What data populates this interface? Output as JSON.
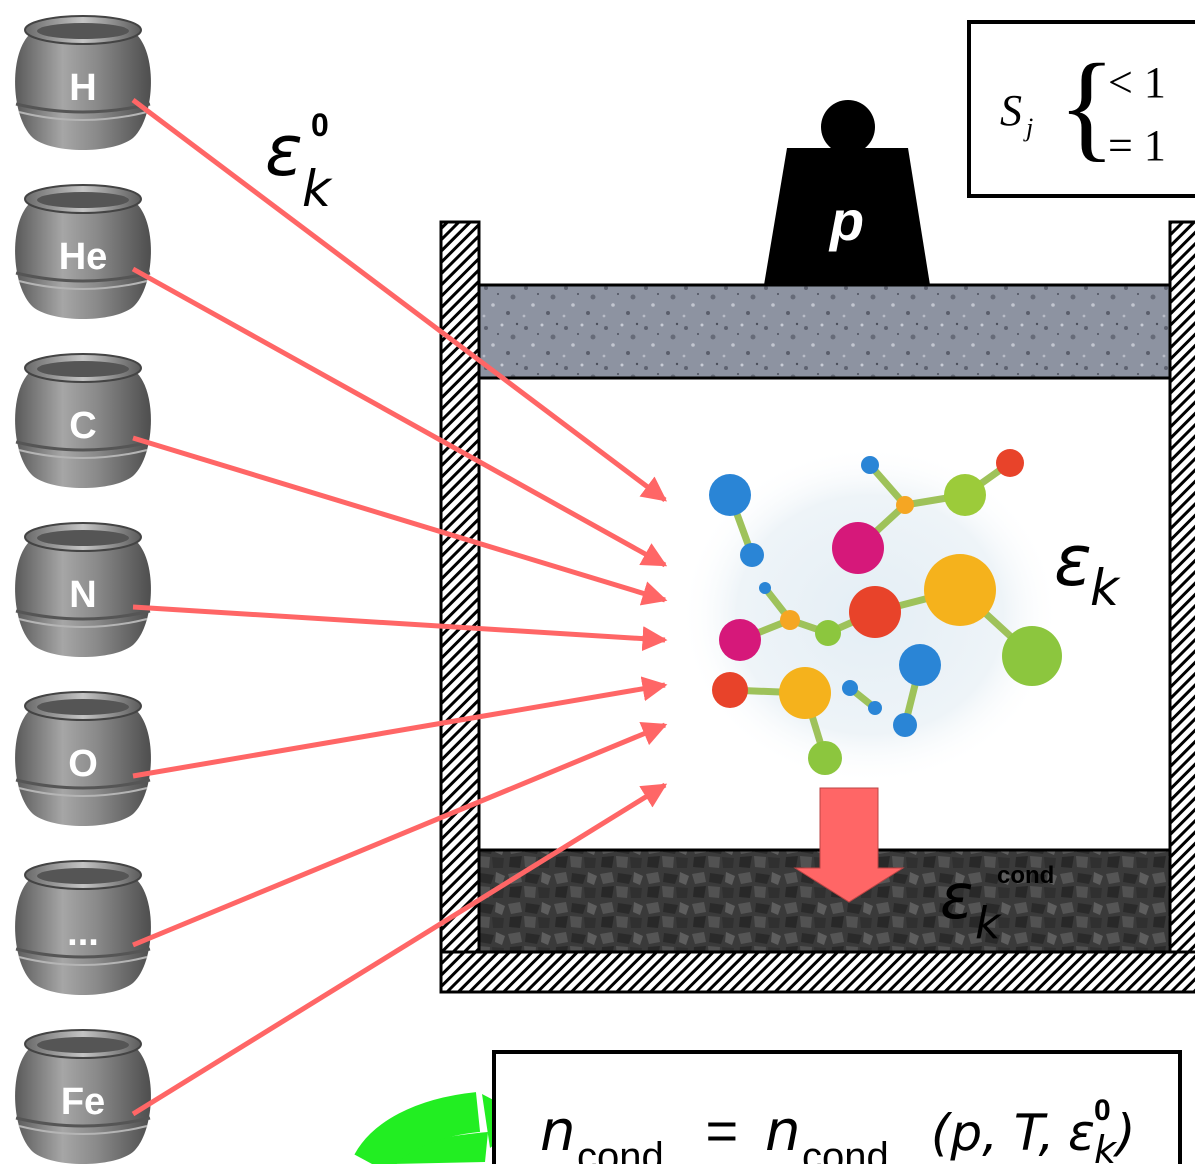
{
  "elements": [
    {
      "label": "H"
    },
    {
      "label": "He"
    },
    {
      "label": "C"
    },
    {
      "label": "N"
    },
    {
      "label": "O"
    },
    {
      "label": "..."
    },
    {
      "label": "Fe"
    }
  ],
  "symbols": {
    "epsilon": "ε",
    "k": "k",
    "zero": "0",
    "cond": "cond"
  },
  "weight": {
    "label": "p"
  },
  "saturation": {
    "s": "S",
    "j": "j",
    "brace": "{",
    "line1": "< 1",
    "line2": "= 1"
  },
  "formula": {
    "n1": "n",
    "sub1": "cond",
    "eq": " = ",
    "n2": "n",
    "sub2": "cond",
    "args_open": " (p, T,",
    "eps": "ε",
    "sup": "0",
    "k": "k",
    "close": ")"
  },
  "colors": {
    "arrow_red": "#ff6666",
    "green_arrow": "#22ee22",
    "pot_gray": "#8a8a8a",
    "rock_light": "#8f95a3",
    "rock_dark": "#3d3d3d"
  }
}
